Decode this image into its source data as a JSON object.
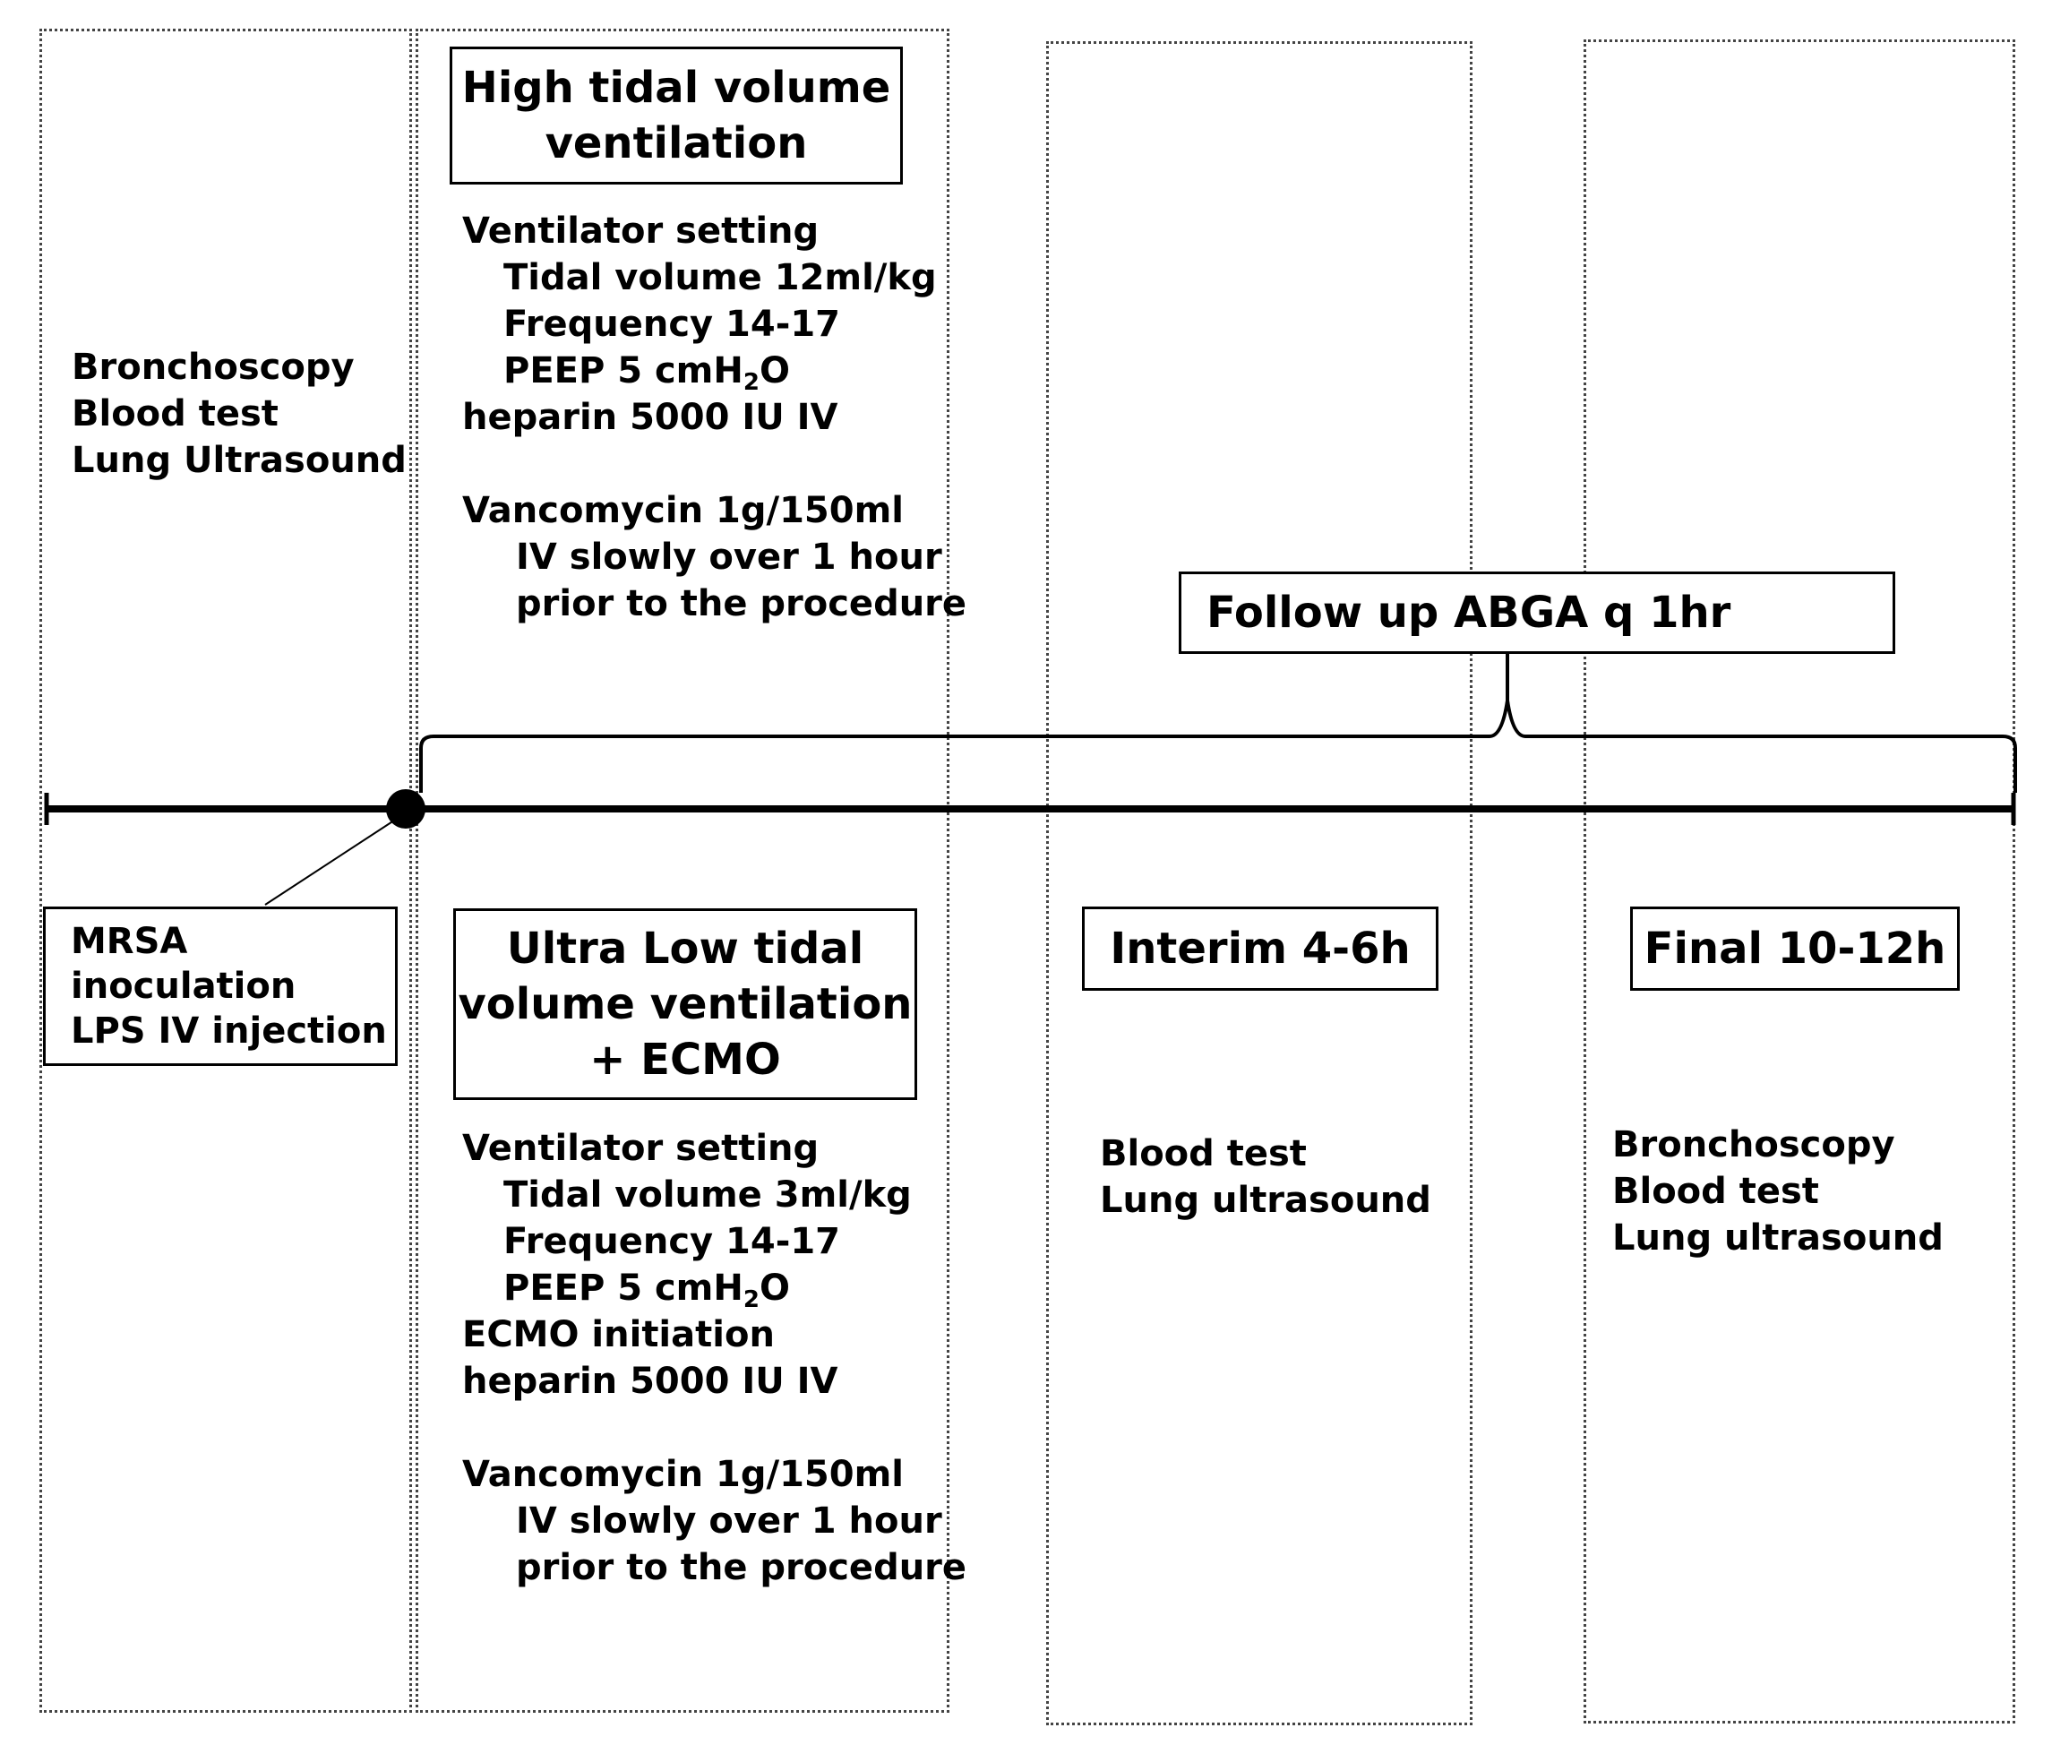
{
  "baseline": {
    "steps": [
      "Bronchoscopy",
      "Blood test",
      "Lung Ultrasound"
    ]
  },
  "inoculation": {
    "lines": [
      "MRSA",
      "inoculation",
      "LPS IV injection"
    ]
  },
  "high_tidal": {
    "title_line1": "High tidal volume",
    "title_line2": "ventilation",
    "ventilator_setting": "Ventilator setting",
    "tidal_volume": "Tidal volume 12ml/kg",
    "frequency": "Frequency 14-17",
    "peep_prefix": "PEEP  5 cmH",
    "peep_sub": "2",
    "peep_suffix": "O",
    "heparin": "heparin 5000 IU IV",
    "vancomycin": "Vancomycin 1g/150ml",
    "vanco_line2": "IV slowly over 1 hour",
    "vanco_line3": "prior to the procedure"
  },
  "ultra_low": {
    "title_line1": "Ultra Low tidal",
    "title_line2": "volume ventilation",
    "title_line3": "+ ECMO",
    "ventilator_setting": "Ventilator setting",
    "tidal_volume": "Tidal volume 3ml/kg",
    "frequency": "Frequency 14-17",
    "peep_prefix": "PEEP  5 cmH",
    "peep_sub": "2",
    "peep_suffix": "O",
    "ecmo": "ECMO initiation",
    "heparin": "heparin 5000 IU IV",
    "vancomycin": "Vancomycin 1g/150ml",
    "vanco_line2": "IV slowly over 1 hour",
    "vanco_line3": "prior to the procedure"
  },
  "followup": {
    "label": "Follow up ABGA q 1hr"
  },
  "interim": {
    "title": "Interim 4-6h",
    "steps": [
      "Blood test",
      "Lung ultrasound"
    ]
  },
  "final": {
    "title": "Final 10-12h",
    "steps": [
      "Bronchoscopy",
      "Blood test",
      "Lung ultrasound"
    ]
  }
}
